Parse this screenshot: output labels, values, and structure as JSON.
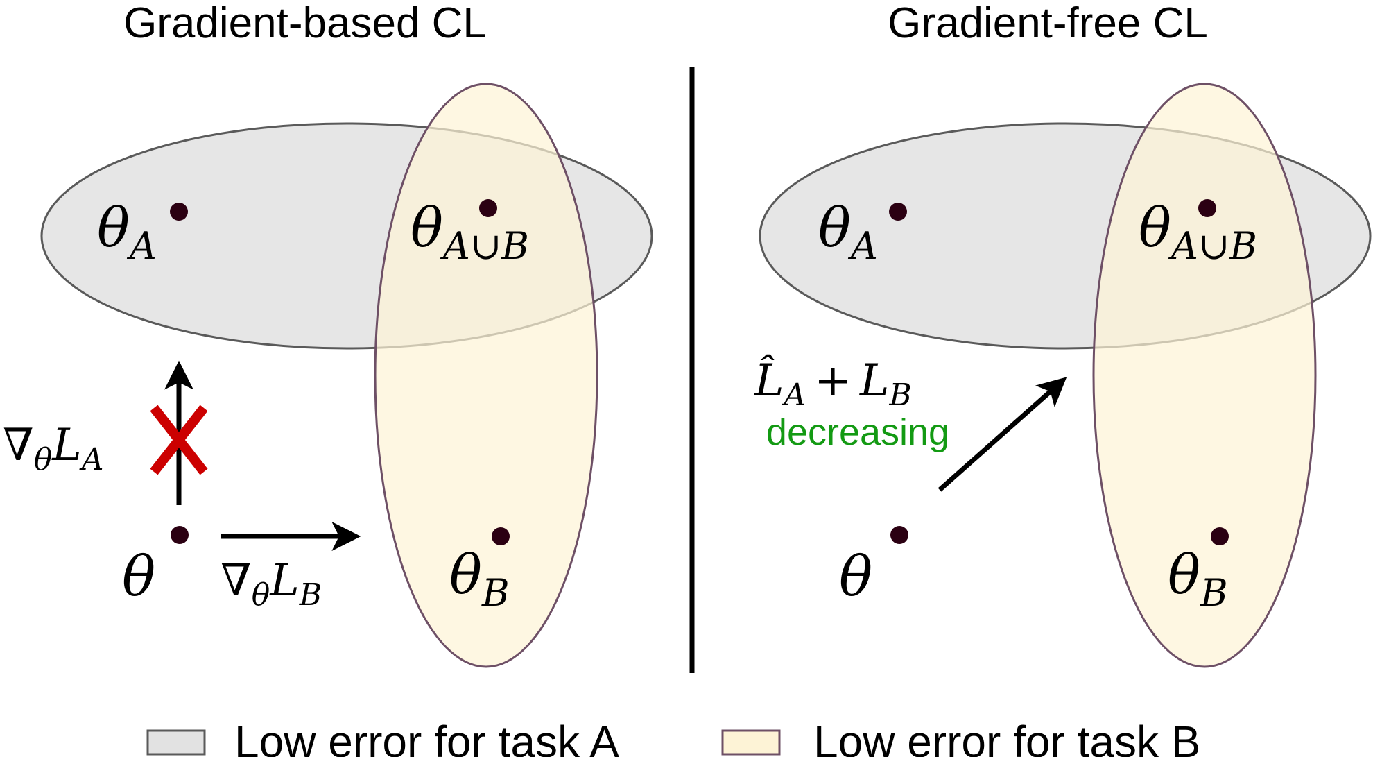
{
  "colors": {
    "task_a_fill": "#e2e2e2",
    "task_a_stroke": "#5a5a5a",
    "task_b_fill": "#fdf3d6",
    "task_b_stroke": "#6e5066",
    "point": "#2b0012",
    "green": "#139a13",
    "red": "#cc0000"
  },
  "left_panel": {
    "title": "Gradient-based CL",
    "theta_a": {
      "base": "θ",
      "sub": "A"
    },
    "theta_aub": {
      "base": "θ",
      "sub": "A∪B"
    },
    "theta_b": {
      "base": "θ",
      "sub": "B"
    },
    "theta": "θ",
    "grad_a": {
      "nabla": "∇",
      "theta_sub": "θ",
      "L": "L",
      "sub": "A"
    },
    "grad_b": {
      "nabla": "∇",
      "theta_sub": "θ",
      "L": "L",
      "sub": "B"
    },
    "cross_mark": "X"
  },
  "right_panel": {
    "title": "Gradient-free CL",
    "theta_a": {
      "base": "θ",
      "sub": "A"
    },
    "theta_aub": {
      "base": "θ",
      "sub": "A∪B"
    },
    "theta_b": {
      "base": "θ",
      "sub": "B"
    },
    "theta": "θ",
    "loss_expr": {
      "l_hat": "L̂",
      "sub_a": "A",
      "plus": "+",
      "l": "L",
      "sub_b": "B"
    },
    "loss_note": "decreasing"
  },
  "legend": {
    "items": [
      {
        "label": "Low error for task A"
      },
      {
        "label": "Low error for task B"
      }
    ]
  }
}
